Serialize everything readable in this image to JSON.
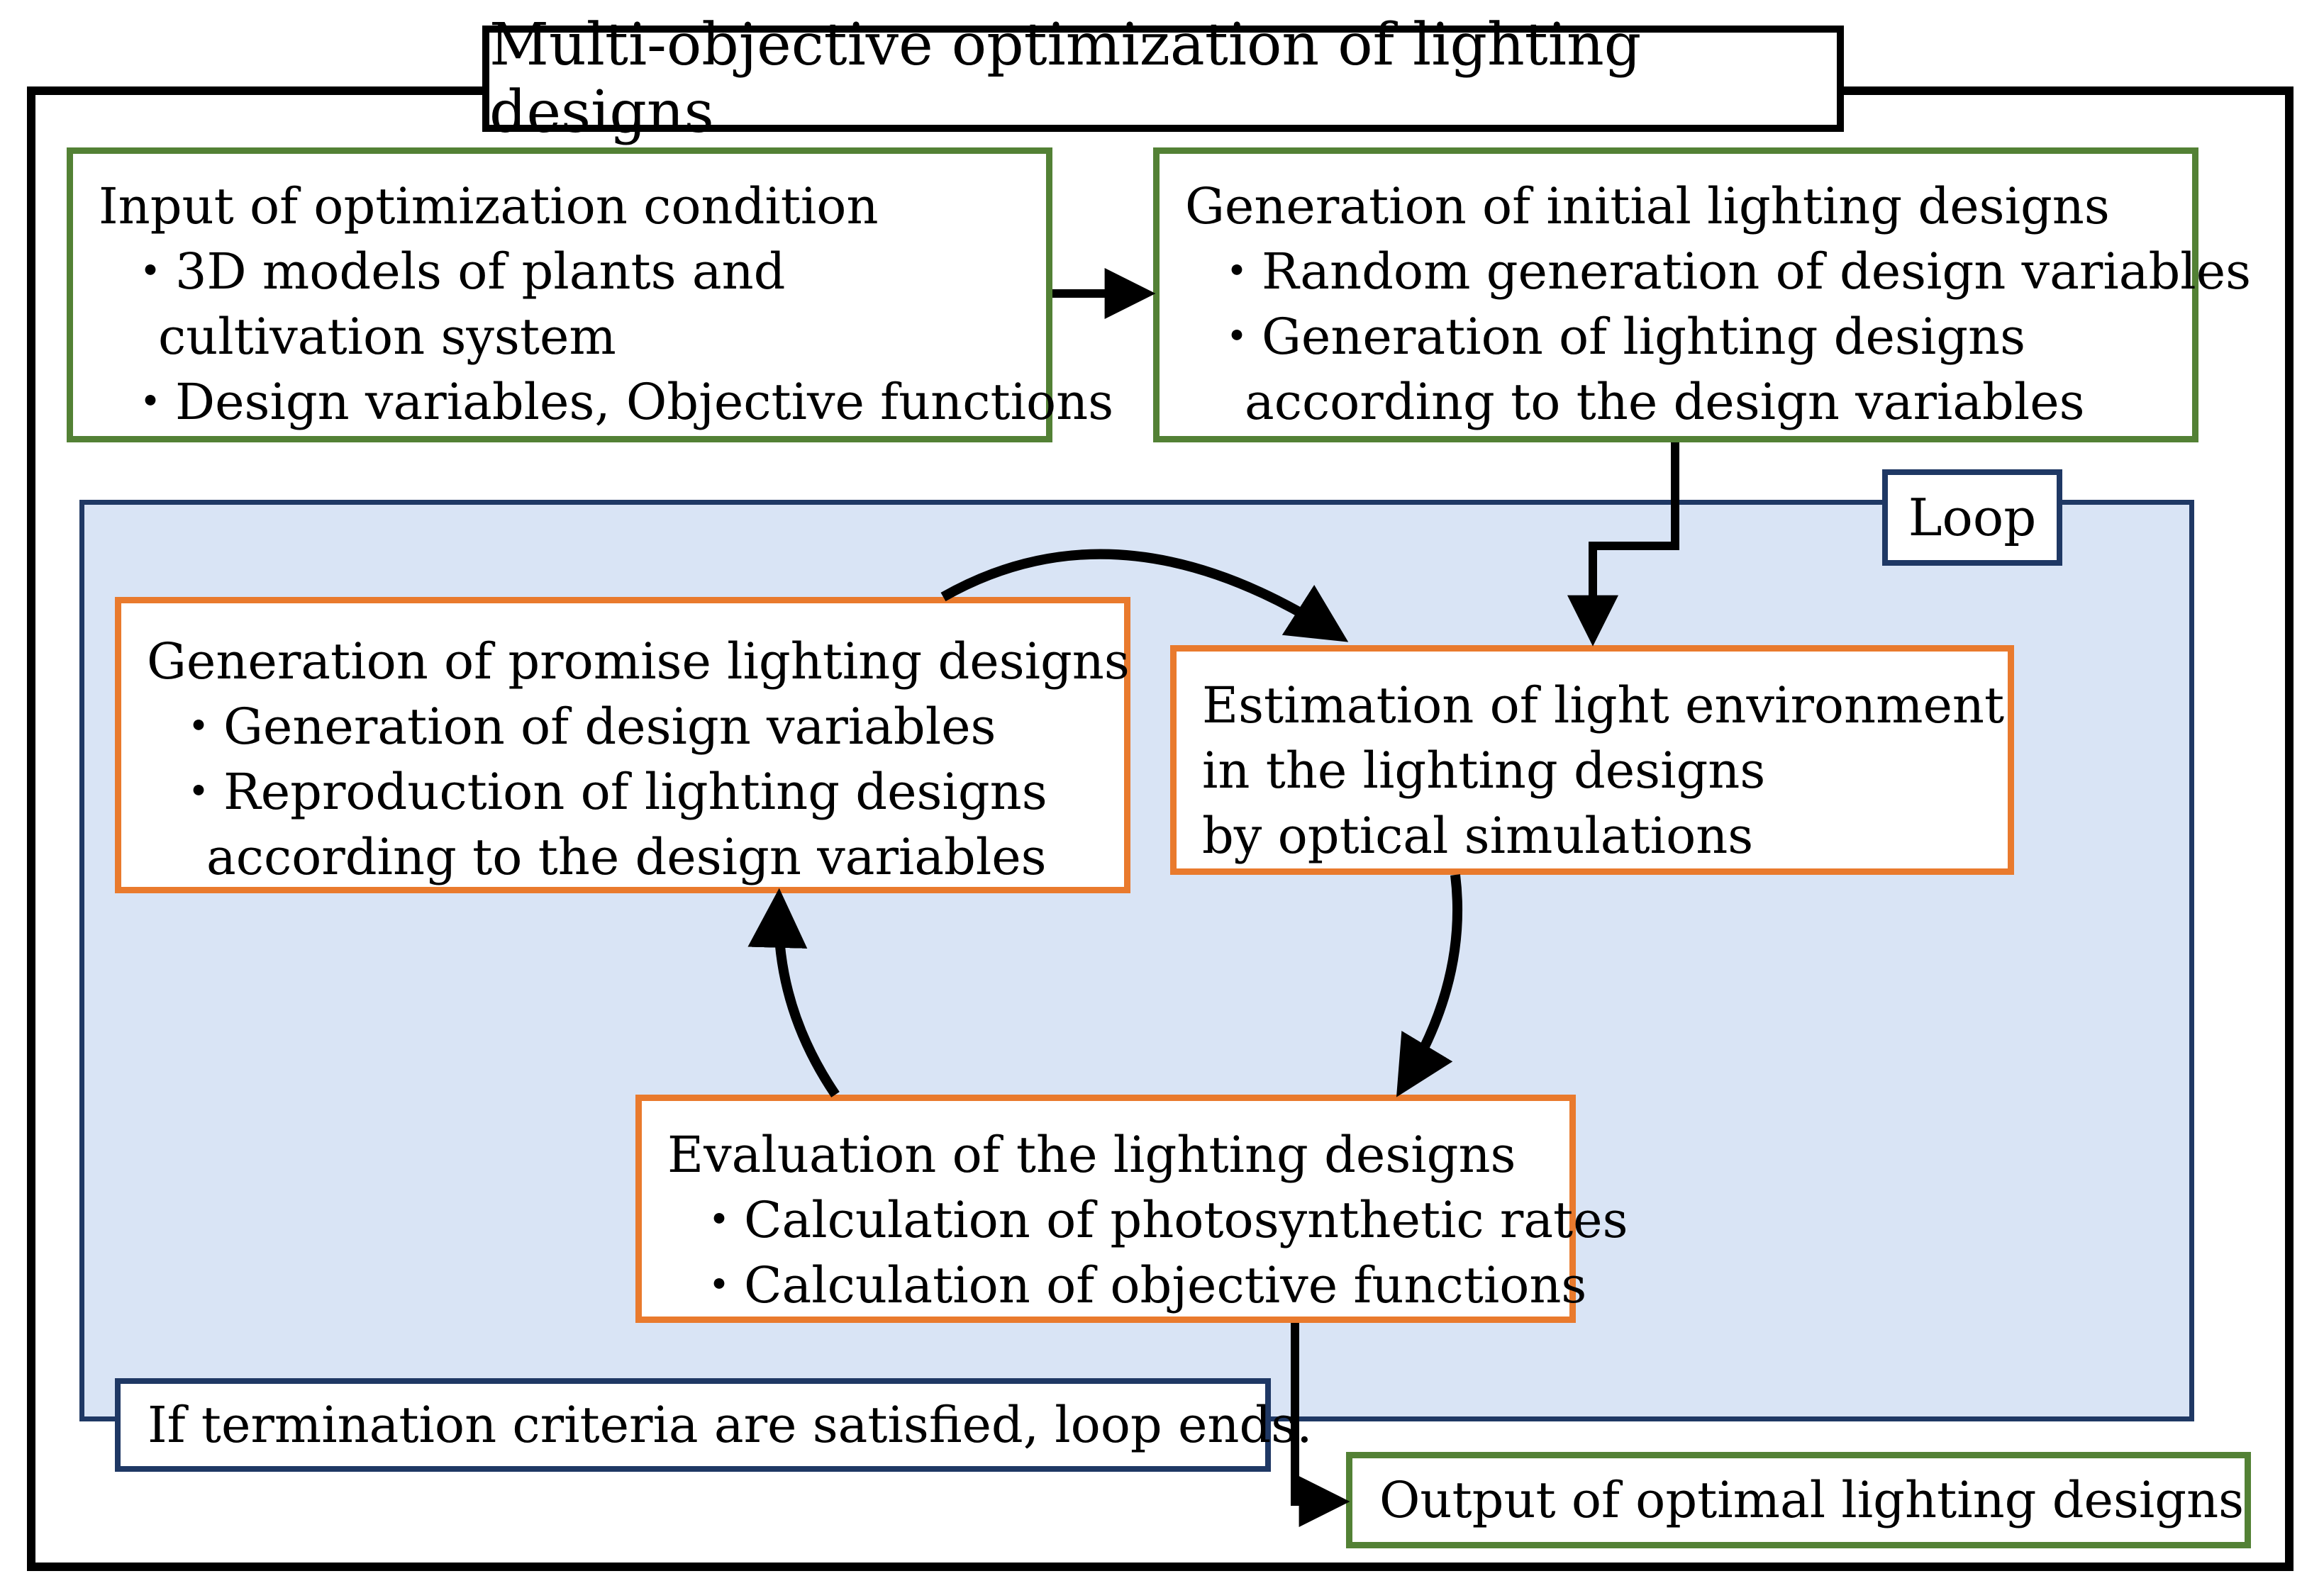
{
  "title": "Multi-objective optimization of lighting designs",
  "input_box": {
    "heading": "Input of optimization condition",
    "bullet1_line1": "・3D models of plants and",
    "bullet1_line2": "cultivation system",
    "bullet2": "・Design variables, Objective functions"
  },
  "initial_box": {
    "heading": "Generation of initial lighting designs",
    "bullet1": "・Random generation of design variables",
    "bullet2_line1": "・Generation of lighting designs",
    "bullet2_line2": "according to the design variables"
  },
  "loop_label": "Loop",
  "promise_box": {
    "heading": "Generation of promise lighting designs",
    "bullet1": "・Generation of design variables",
    "bullet2_line1": "・Reproduction of lighting designs",
    "bullet2_line2": "according to the design variables"
  },
  "estimation_box": {
    "line1": "Estimation of light environment",
    "line2": "in the lighting designs",
    "line3": "by optical simulations"
  },
  "evaluation_box": {
    "heading": "Evaluation of the lighting designs",
    "bullet1": "・Calculation of photosynthetic rates",
    "bullet2": "・Calculation of objective functions"
  },
  "termination_text": "If termination criteria are satisfied, loop ends.",
  "output_text": "Output of optimal lighting designs",
  "colors": {
    "green_border": "#538135",
    "orange_border": "#e97a2d",
    "navy_border": "#1f3864",
    "loop_fill": "#d9e4f5"
  }
}
